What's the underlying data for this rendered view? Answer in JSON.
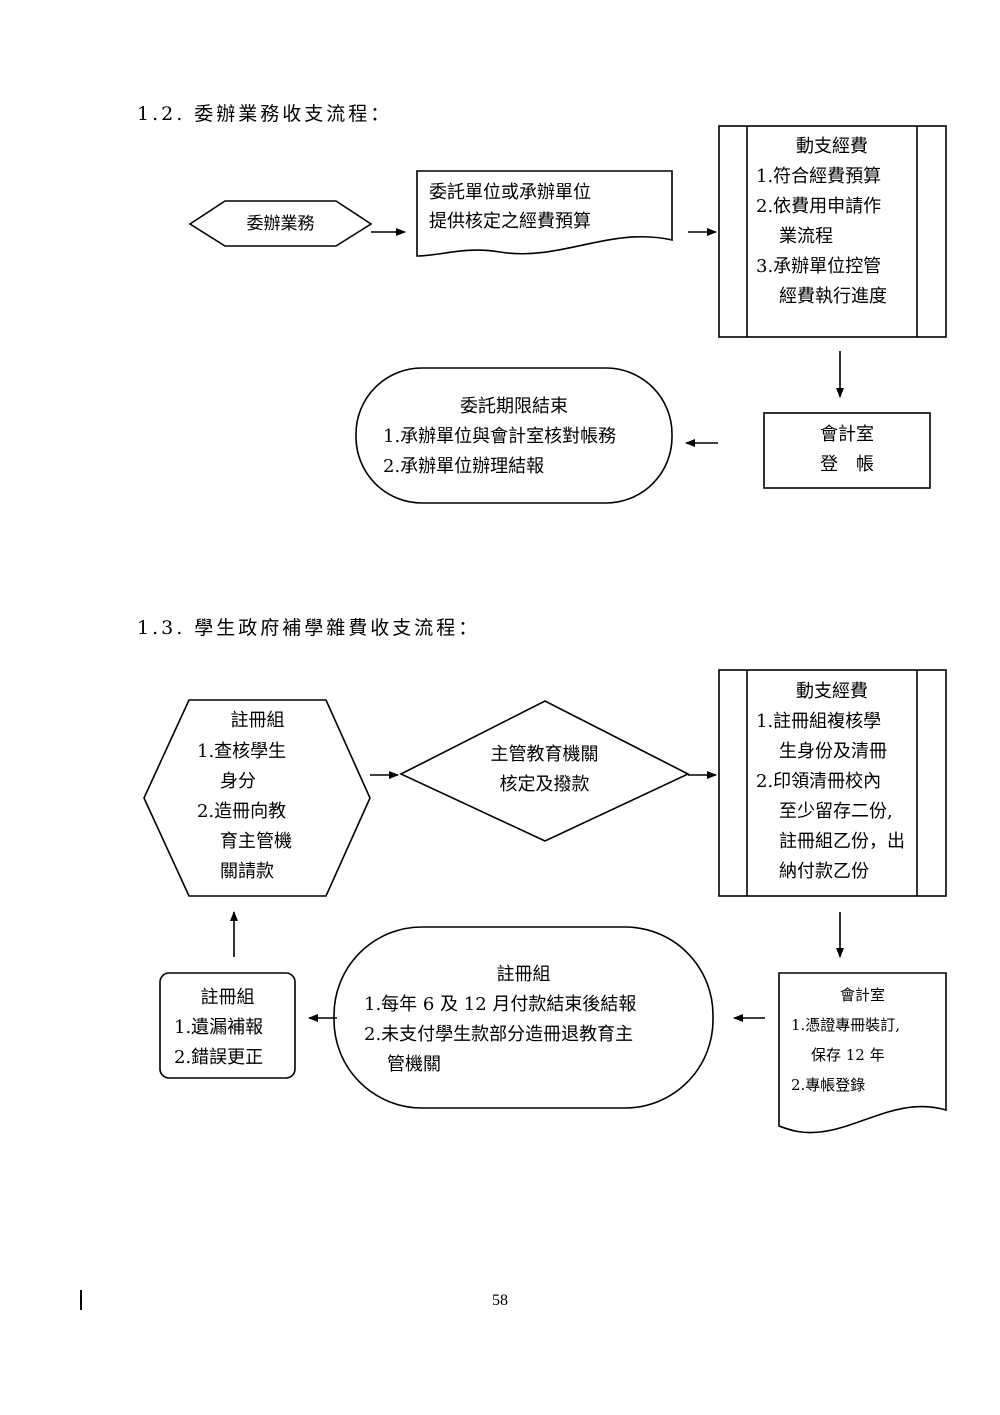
{
  "section_12": {
    "title": "1.2. 委辦業務收支流程：",
    "start": "委辦業務",
    "document": [
      "委託單位或承辦單位",
      "提供核定之經費預算"
    ],
    "process": {
      "title": "動支經費",
      "lines": [
        "1.符合經費預算",
        "2.依費用申請作",
        "業流程",
        "3.承辦單位控管",
        "經費執行進度"
      ]
    },
    "accounting": [
      "會計室",
      "登　帳"
    ],
    "end": {
      "title": "委託期限結束",
      "lines": [
        "1.承辦單位與會計室核對帳務",
        "2.承辦單位辦理結報"
      ]
    }
  },
  "section_13": {
    "title": "1.3. 學生政府補學雜費收支流程：",
    "hexagon": {
      "title": "註冊組",
      "lines": [
        "1.查核學生",
        "身分",
        "2.造冊向教",
        "育主管機",
        "關請款"
      ]
    },
    "decision": [
      "主管教育機關",
      "核定及撥款"
    ],
    "process": {
      "title": "動支經費",
      "lines": [
        "1.註冊組複核學",
        "生身份及清冊",
        "2.印領清冊校內",
        "至少留存二份,",
        "註冊組乙份，出",
        "納付款乙份"
      ]
    },
    "accounting_doc": {
      "title": "會計室",
      "lines": [
        "1.憑證專冊裝訂,",
        "保存 12 年",
        "2.專帳登錄"
      ]
    },
    "report": {
      "title": "註冊組",
      "lines": [
        "1.每年 6 及 12 月付款結束後結報",
        "2.未支付學生款部分造冊退教育主",
        "管機關"
      ]
    },
    "correction": {
      "title": "註冊組",
      "lines": [
        "1.遺漏補報",
        "2.錯誤更正"
      ]
    }
  },
  "page_number": "58"
}
